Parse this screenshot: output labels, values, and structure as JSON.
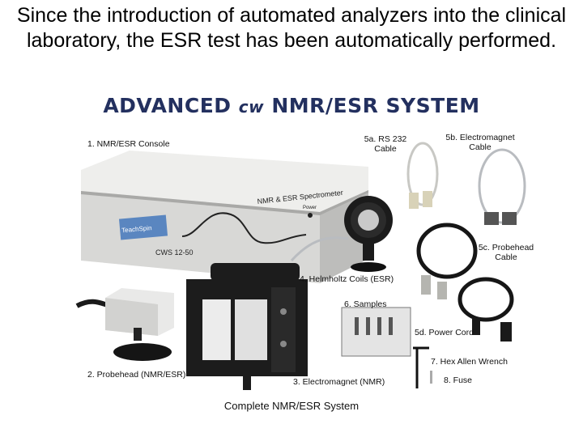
{
  "slide": {
    "title": "Since the introduction of automated analyzers into the clinical laboratory, the ESR test has been automatically performed."
  },
  "figure": {
    "title_part1": "ADVANCED",
    "title_cw": "cw",
    "title_part2": "NMR/ESR SYSTEM",
    "caption": "Complete NMR/ESR System",
    "labels": {
      "console": "1. NMR/ESR Console",
      "rs232_line1": "5a. RS 232",
      "rs232_line2": "Cable",
      "electromagnet_cable_line1": "5b. Electromagnet",
      "electromagnet_cable_line2": "Cable",
      "probehead_cable_line1": "5c. Probehead",
      "probehead_cable_line2": "Cable",
      "helmholtz": "4. Helmholtz Coils (ESR)",
      "samples": "6. Samples",
      "power_cord": "5d. Power Cord",
      "hex_wrench": "7. Hex Allen Wrench",
      "fuse": "8. Fuse",
      "probehead": "2. Probehead (NMR/ESR)",
      "electromagnet": "3. Electromagnet (NMR)"
    },
    "device_text": {
      "console_panel": "NMR & ESR Spectrometer",
      "model": "CWS 12-50",
      "brand": "TeachSpin",
      "power": "Power"
    }
  },
  "colors": {
    "figure_title": "#23305f",
    "console_body": "#d8d8d6",
    "magnet_body": "#1c1c1c",
    "cable_gray": "#b9bcc0",
    "cable_black": "#161616"
  }
}
